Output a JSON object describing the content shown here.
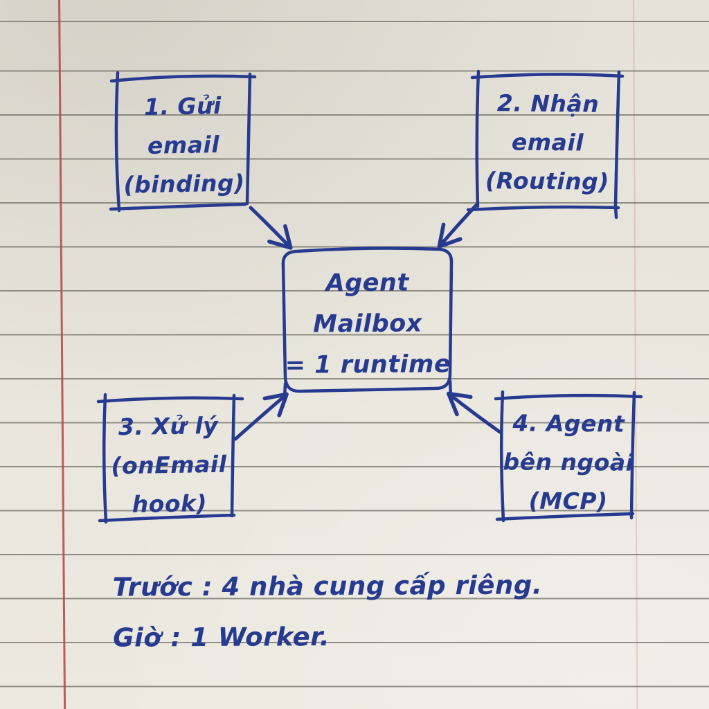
{
  "paper": {
    "background": "#e9e6dd",
    "rule_color": "#5f5d54",
    "margin_color": "#b74c46",
    "ink_color": "#263a90"
  },
  "diagram": {
    "nodes": [
      {
        "id": "send-email",
        "lines": [
          "1. Gửi",
          "email",
          "(binding)"
        ]
      },
      {
        "id": "receive-email",
        "lines": [
          "2. Nhận",
          "email",
          "(Routing)"
        ]
      },
      {
        "id": "agent-mailbox",
        "lines": [
          "Agent",
          "Mailbox",
          "= 1 runtime"
        ]
      },
      {
        "id": "process-hook",
        "lines": [
          "3. Xử lý",
          "(onEmail",
          "hook)"
        ]
      },
      {
        "id": "external-agent",
        "lines": [
          "4. Agent",
          "bên ngoài",
          "(MCP)"
        ]
      }
    ],
    "notes": [
      "Trước : 4 nhà cung cấp riêng.",
      "Giờ : 1 Worker."
    ]
  }
}
